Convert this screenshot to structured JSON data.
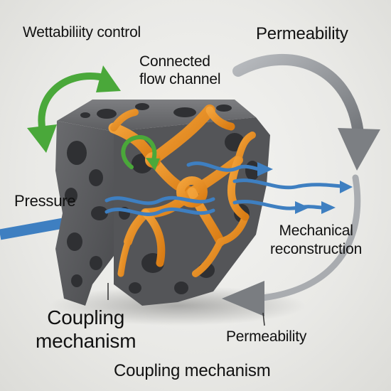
{
  "labels": {
    "wettability_control": "Wettabiliity control",
    "permeability_top": "Permeability",
    "connected_flow_channel_line1": "Connected",
    "connected_flow_channel_line2": "flow channel",
    "pressure": "Pressure",
    "mechanical_reconstruction_line1": "Mechanical",
    "mechanical_reconstruction_line2": "reconstruction",
    "coupling_mechanism_left_line1": "Coupling",
    "coupling_mechanism_left_line2": "mechanism",
    "permeability_bottom": "Permeability",
    "coupling_mechanism_bottom": "Coupling mechanism"
  },
  "colors": {
    "rock": "#5f6063",
    "rock_dark": "#3c3d40",
    "channel": "#e8901f",
    "channel_dark": "#b8670f",
    "flow": "#3e7fc1",
    "wettability_arrow": "#4aa83a",
    "cycle_arrow": "#8c8f93"
  }
}
